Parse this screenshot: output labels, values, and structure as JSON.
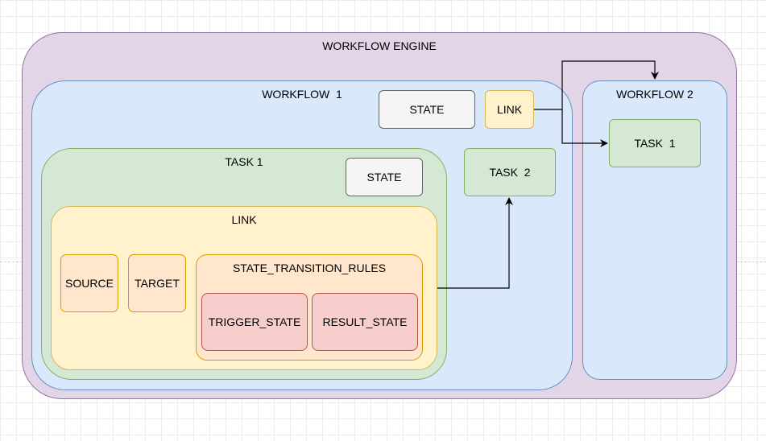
{
  "engine": {
    "title": "WORKFLOW ENGINE"
  },
  "workflow1": {
    "title": "WORKFLOW  1",
    "state": "STATE",
    "link": "LINK",
    "task1": {
      "title": "TASK 1",
      "state": "STATE",
      "link": {
        "title": "LINK",
        "source": "SOURCE",
        "target": "TARGET",
        "rules": {
          "title": "STATE_TRANSITION_RULES",
          "trigger": "TRIGGER_STATE",
          "result": "RESULT_STATE"
        }
      }
    },
    "task2": "TASK  2"
  },
  "workflow2": {
    "title": "WORKFLOW 2",
    "task1": "TASK  1"
  },
  "colors": {
    "engine_fill": "#e1d5e7",
    "workflow_fill": "#dae8fc",
    "task_fill": "#d5e8d4",
    "link_fill": "#fff2cc",
    "rules_fill": "#ffe6cc",
    "state_fill": "#f8cecc",
    "gray_fill": "#f5f5f5"
  }
}
